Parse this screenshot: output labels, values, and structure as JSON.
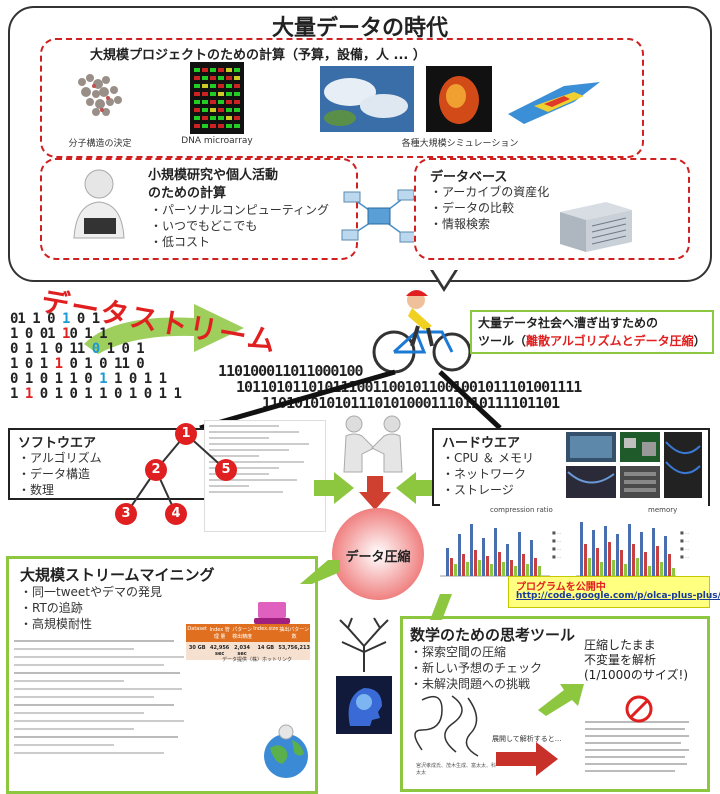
{
  "title": "大量データの時代",
  "large_projects": {
    "heading": "大規模プロジェクトのための計算（予算，設備，人 ... ）",
    "captions": [
      "分子構造の決定",
      "DNA microarray",
      "各種大規模シミュレーション"
    ]
  },
  "small_research": {
    "heading_line1": "小規模研究や個人活動",
    "heading_line2": "のための計算",
    "items": [
      "パーソナルコンピューティング",
      "いつでもどこでも",
      "低コスト"
    ]
  },
  "database": {
    "heading": "データベース",
    "items": [
      "アーカイブの資産化",
      "データの比較",
      "情報検索"
    ]
  },
  "stream_label": "データストリーム",
  "binary_rows": [
    "110100011011000100",
    "1011010110101110011001011001001011101001111",
    "1101010101011101010001110110111101101"
  ],
  "tool_box": {
    "line1": "大量データ社会へ漕ぎ出すための",
    "line2_plain": "ツール（",
    "line2_red": "離散アルゴリズムとデータ圧縮",
    "line2_end": "）"
  },
  "software": {
    "heading": "ソフトウエア",
    "items": [
      "アルゴリズム",
      "データ構造",
      "数理"
    ],
    "tree_nodes": [
      "1",
      "2",
      "5",
      "3",
      "4"
    ]
  },
  "hardware": {
    "heading": "ハードウエア",
    "items": [
      "CPU ＆ メモリ",
      "ネットワーク",
      "ストレージ"
    ]
  },
  "center_label": "データ圧縮",
  "charts": {
    "left_title": "compression ratio",
    "right_title": "memory"
  },
  "program": {
    "line1": "プログラムを公開中",
    "url": "http://code.google.com/p/olca-plus-plus/"
  },
  "stream_mining": {
    "heading": "大規模ストリームマイニング",
    "items": [
      "同一tweetやデマの発見",
      "RTの追跡",
      "高規模耐性"
    ],
    "table_headers": [
      "Dataset",
      "Index 管理\n量",
      "パターン\n検出精度",
      "Index.size",
      "抽出パターン\n数"
    ],
    "table_values": [
      "30 GB",
      "42,956 sec",
      "2,034 sec",
      "14 GB",
      "53,756,213"
    ],
    "source_note": "データ提供（株）ホットリンク"
  },
  "math_tools": {
    "heading": "数学のための思考ツール",
    "items": [
      "探索空間の圧縮",
      "新しい予想のチェック",
      "未解決問題への挑戦"
    ],
    "note_line1": "圧縮したまま",
    "note_line2": "不変量を解析",
    "note_line3": "(1/1000のサイズ!)",
    "arrow_label": "展開して解析すると...",
    "knot_caption": "宮沢孝成氏、茂木生成、富太太、科太太"
  },
  "colors": {
    "red": "#e02020",
    "green": "#8dc63f",
    "dashed": "#d02020",
    "blue_bits": "#1a9ad6",
    "program_bg": "#ffff80"
  }
}
